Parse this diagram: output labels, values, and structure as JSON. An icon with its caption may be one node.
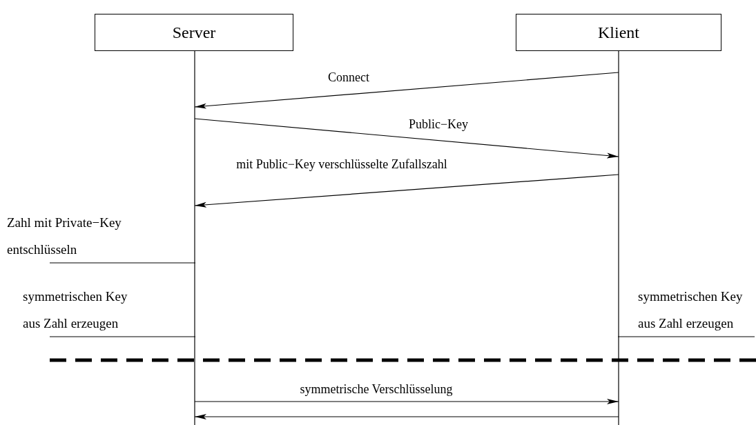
{
  "diagram": {
    "nodes": [
      {
        "text": [
          "Server"
        ]
      },
      {
        "text": [
          "Klient"
        ]
      },
      {
        "text": [
          "Zahl mit Private−Key entschlüsseln"
        ]
      },
      {
        "text": [
          "symmetrischen Key aus Zahl erzeugen"
        ]
      },
      {
        "text": [
          "symmetrischen Key aus Zahl erzeugen"
        ]
      }
    ],
    "edges": [
      {
        "from": 1,
        "to": 0,
        "arrow": "to",
        "label": "Connect"
      },
      {
        "from": 0,
        "to": 1,
        "arrow": "to",
        "label": "Public−Key"
      },
      {
        "from": 1,
        "to": 0,
        "arrow": "to",
        "label": "mit Public−Key verschlüsselte Zufallszahl"
      },
      {
        "from": 0,
        "to": 1,
        "arrow": "to",
        "label": "symmetrische Verschlüsselung"
      },
      {
        "from": 1,
        "to": 0,
        "arrow": "to"
      },
      {
        "from": 2,
        "to": 0,
        "arrow": "none"
      },
      {
        "from": 3,
        "to": 0,
        "arrow": "none"
      },
      {
        "from": 4,
        "to": 1,
        "arrow": "none"
      }
    ]
  }
}
